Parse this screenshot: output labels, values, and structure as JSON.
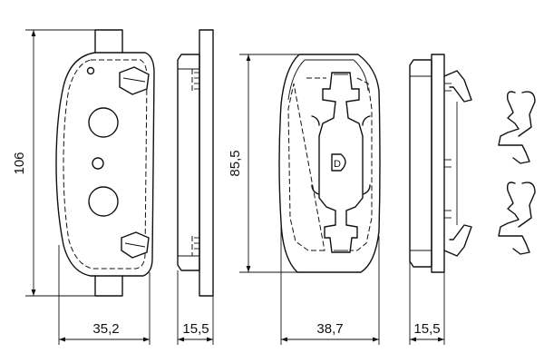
{
  "dimensions": {
    "height_left": "106",
    "width_left_pad": "35,2",
    "thickness_left": "15,5",
    "height_right": "85,5",
    "width_right_pad": "38,7",
    "thickness_right": "15,5"
  },
  "colors": {
    "line": "#111111",
    "background": "#ffffff"
  },
  "pad_marking": "D"
}
